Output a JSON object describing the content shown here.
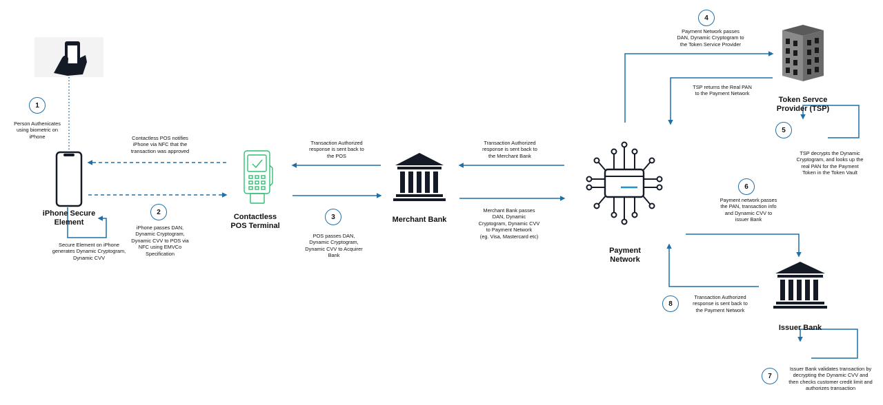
{
  "colors": {
    "arrow": "#1f6fa8",
    "pos_terminal": "#2fbf71",
    "icon_dark": "#151b26",
    "icon_bg": "#f3f3f3"
  },
  "icons": [
    "hand-phone-icon",
    "iphone-icon",
    "pos-terminal-icon",
    "merchant-bank-icon",
    "payment-network-icon",
    "token-building-icon",
    "issuer-bank-icon"
  ],
  "nodes": {
    "iphone": "iPhone Secure\nElement",
    "pos": "Contactless\nPOS Terminal",
    "merchant_bank": "Merchant Bank",
    "payment_network": "Payment\nNetwork",
    "tsp": "Token Servce\nProvider (TSP)",
    "issuer_bank": "Issuer Bank"
  },
  "steps": {
    "s1": "1",
    "s2": "2",
    "s3": "3",
    "s4": "4",
    "s5": "5",
    "s6": "6",
    "s7": "7",
    "s8": "8"
  },
  "texts": {
    "person_auth": "Person Authenicates\nusing biometric on\niPhone",
    "secure_element": "Secure Element on iPhone\ngenerates Dynamic Cryptogram,\nDynamic CVV",
    "pos_notifies": "Contactless POS notifies\niPhone via NFC  that the\ntransaction was approved",
    "iphone_passes": "iPhone passes DAN,\nDynamic Cryptogram,\nDynamic CVV to POS via\nNFC using EMVCo\nSpecification",
    "auth_to_pos": "Transaction Authorized\nresponse is sent back to\nthe POS",
    "pos_passes": "POS passes DAN,\nDynamic Cryptogram,\nDynamic CVV to Acquirer\nBank",
    "auth_to_merchant": "Transaction Authorized\nresponse is sent back to\nthe Merchant Bank",
    "merchant_passes": "Merchant Bank passes\nDAN, Dynamic\nCryptogram, Dynamic CVV\nto Payment Network\n(eg. Visa, Mastercard etc)",
    "network_to_tsp": "Payment Network passes\nDAN, Dynamic Cryptogram to\nthe Token Service Provider",
    "tsp_returns": "TSP returns the Real PAN\nto the Payment Network",
    "tsp_decrypts": "TSP decrypts the Dynamic\nCryptogram, and looks up the\nreal PAN for the Payment\nToken in the Token Vault",
    "network_to_issuer": "Payment network passes\nthe PAN, transaction info\nand Dynamic CVV to\nissuer Bank",
    "issuer_validates": "Issuer Bank validates transaction by\ndecrypting the Dynamic CVV and\nthen checks customer credit limit and\nauthorizes transaction",
    "auth_to_network": "Transaction Authorized\nresponse is sent back to\nthe Payment Network"
  }
}
